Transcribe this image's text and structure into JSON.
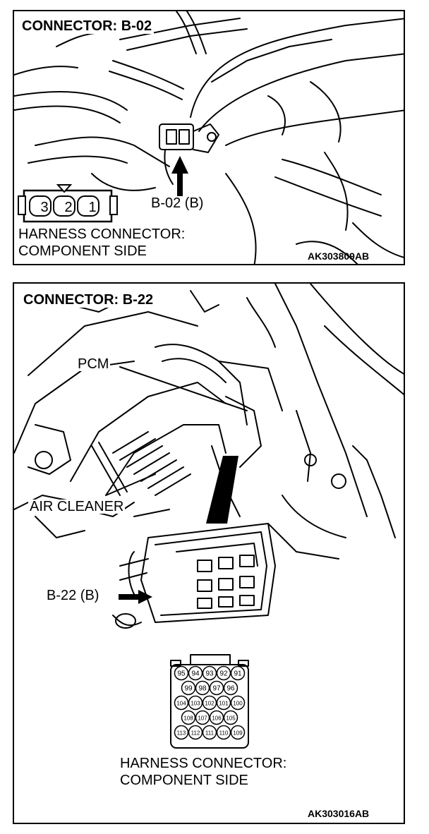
{
  "panel1": {
    "title": "CONNECTOR: B-02",
    "callout": "B-02 (B)",
    "connector_pins": [
      "3",
      "2",
      "1"
    ],
    "caption_line1": "HARNESS CONNECTOR:",
    "caption_line2": "COMPONENT SIDE",
    "figure_code": "AK303809AB"
  },
  "panel2": {
    "title": "CONNECTOR: B-22",
    "label_pcm": "PCM",
    "label_air_cleaner": "AIR CLEANER",
    "callout": "B-22 (B)",
    "pin_rows": [
      [
        "95",
        "94",
        "93",
        "92",
        "91"
      ],
      [
        "99",
        "98",
        "97",
        "96"
      ],
      [
        "104",
        "103",
        "102",
        "101",
        "100"
      ],
      [
        "108",
        "107",
        "106",
        "105"
      ],
      [
        "113",
        "112",
        "111",
        "110",
        "109"
      ]
    ],
    "caption_line1": "HARNESS CONNECTOR:",
    "caption_line2": "COMPONENT SIDE",
    "figure_code": "AK303016AB"
  }
}
